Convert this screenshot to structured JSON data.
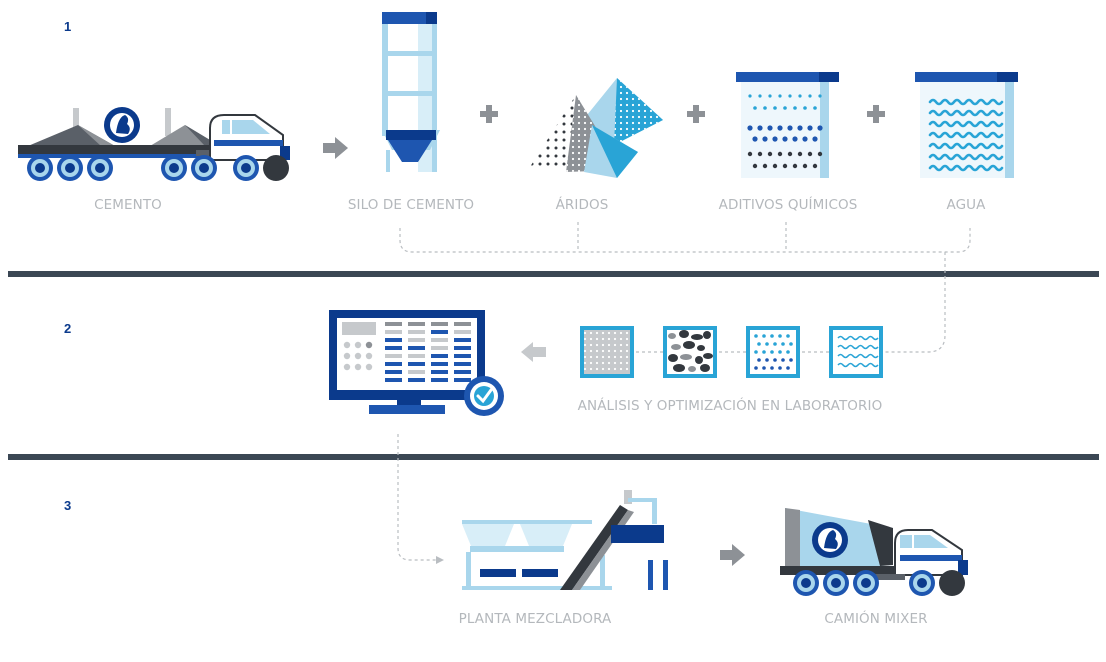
{
  "steps": [
    "1",
    "2",
    "3"
  ],
  "captions": {
    "cemento": "CEMENTO",
    "silo": "SILO DE CEMENTO",
    "aridos": "ÁRIDOS",
    "aditivos": "ADITIVOS QUÍMICOS",
    "agua": "AGUA",
    "laboratorio": "ANÁLISIS Y OPTIMIZACIÓN EN LABORATORIO",
    "planta": "PLANTA MEZCLADORA",
    "mixer": "CAMIÓN MIXER"
  },
  "colors": {
    "navy": "#0b3a8c",
    "blue": "#1e56b0",
    "light_blue": "#a9d6ec",
    "cyan": "#29a4d6",
    "gray": "#8d9196",
    "dark": "#33383e",
    "divider": "#3b4754"
  },
  "icons": [
    "truck-icon",
    "silo-icon",
    "aggregates-icon",
    "additives-icon",
    "water-icon",
    "computer-check-icon",
    "mixing-plant-icon",
    "mixer-truck-icon",
    "arrow-icon",
    "plus-icon"
  ]
}
